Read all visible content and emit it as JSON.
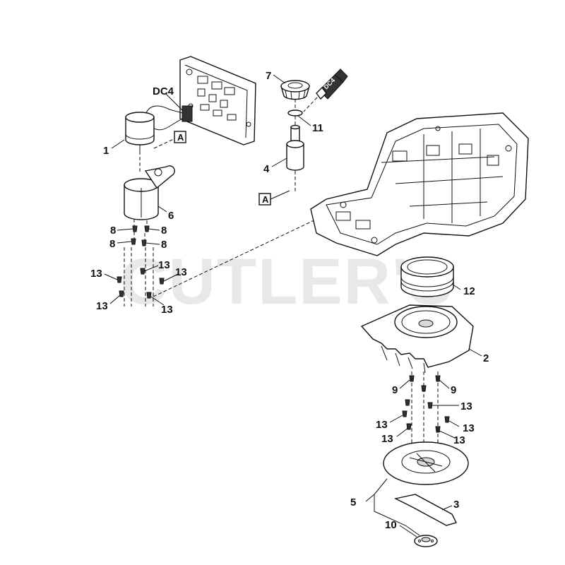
{
  "watermark": "CUTLER'S",
  "reference_marker": "A",
  "tube_label": "DC4",
  "callouts": {
    "p1": "1",
    "p2": "2",
    "p3": "3",
    "p4": "4",
    "p5": "5",
    "p6": "6",
    "p7": "7",
    "p8": "8",
    "p9": "9",
    "p10": "10",
    "p11": "11",
    "p12": "12",
    "p13": "13",
    "dc4": "DC4"
  }
}
